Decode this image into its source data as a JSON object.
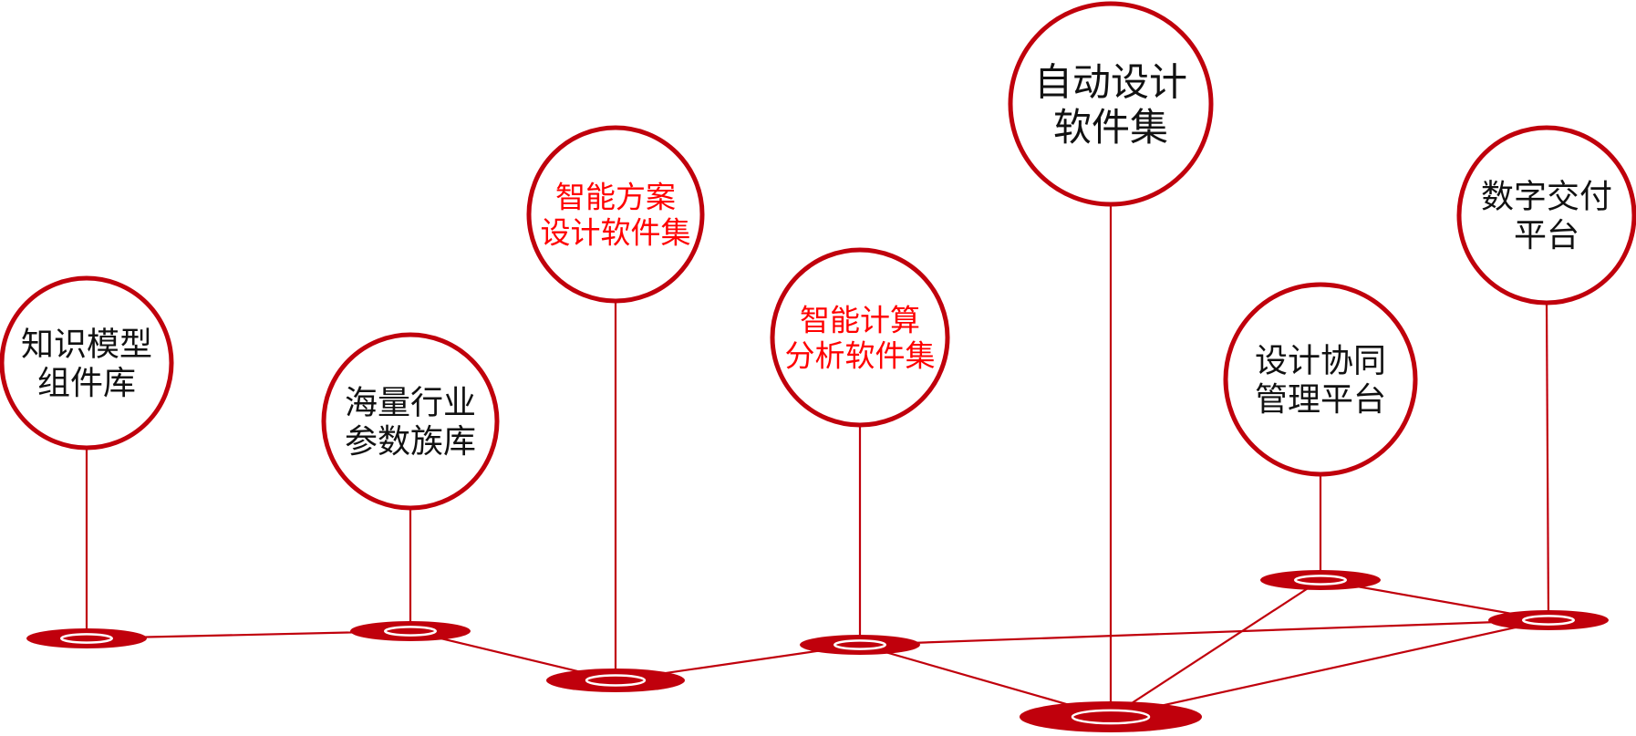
{
  "colors": {
    "accent": "#c0000c",
    "highlight_text": "#ff0000",
    "normal_text": "#111111",
    "background": "#ffffff"
  },
  "nodes": [
    {
      "id": "knowledge-model",
      "lines": [
        "知识模型",
        "组件库"
      ],
      "highlight": false
    },
    {
      "id": "param-family",
      "lines": [
        "海量行业",
        "参数族库"
      ],
      "highlight": false
    },
    {
      "id": "smart-scheme",
      "lines": [
        "智能方案",
        "设计软件集"
      ],
      "highlight": true
    },
    {
      "id": "smart-calc",
      "lines": [
        "智能计算",
        "分析软件集"
      ],
      "highlight": true
    },
    {
      "id": "auto-design",
      "lines": [
        "自动设计",
        "软件集"
      ],
      "highlight": false
    },
    {
      "id": "collab",
      "lines": [
        "设计协同",
        "管理平台"
      ],
      "highlight": false
    },
    {
      "id": "digital-delivery",
      "lines": [
        "数字交付",
        "平台"
      ],
      "highlight": false
    }
  ],
  "links": [
    [
      "knowledge-model",
      "param-family"
    ],
    [
      "param-family",
      "smart-scheme"
    ],
    [
      "smart-scheme",
      "smart-calc"
    ],
    [
      "smart-calc",
      "auto-design"
    ],
    [
      "smart-calc",
      "digital-delivery"
    ],
    [
      "auto-design",
      "collab"
    ],
    [
      "auto-design",
      "digital-delivery"
    ],
    [
      "collab",
      "digital-delivery"
    ]
  ]
}
